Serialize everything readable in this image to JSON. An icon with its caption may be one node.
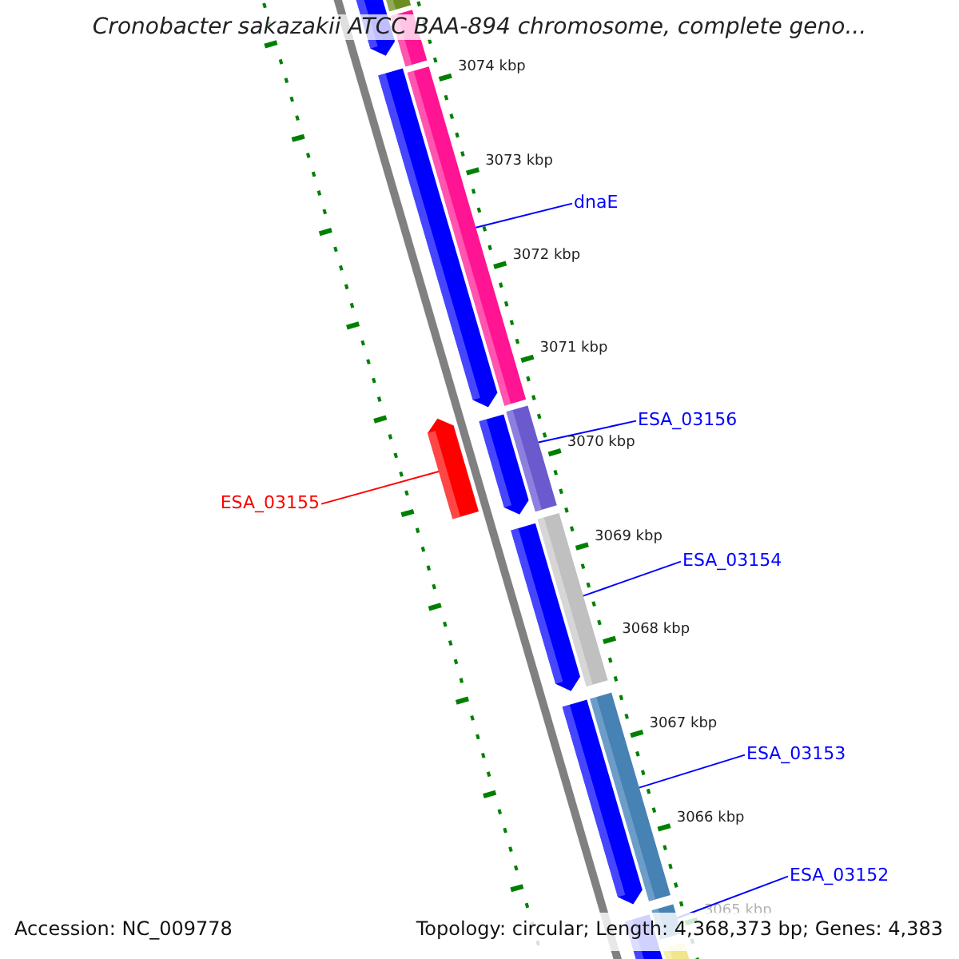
{
  "diagram": {
    "title": "Cronobacter sakazakii ATCC BAA-894 chromosome, complete geno...",
    "nodes": [
      {
        "text": [
          "dnaE"
        ]
      },
      {
        "text": [],
        "shape": "bar"
      },
      {
        "text": [
          "ESA_03156"
        ]
      },
      {
        "text": [],
        "shape": "bar"
      },
      {
        "text": [
          "ESA_03155"
        ]
      },
      {
        "text": [],
        "shape": "bar"
      },
      {
        "text": [
          "ESA_03154"
        ]
      },
      {
        "text": [],
        "shape": "bar"
      },
      {
        "text": [
          "ESA_03153"
        ]
      },
      {
        "text": [],
        "shape": "bar"
      },
      {
        "text": [
          "ESA_03152"
        ]
      },
      {
        "text": [],
        "shape": "bar"
      }
    ],
    "edges": [
      {
        "from": 0,
        "to": 1,
        "arrow": "none"
      },
      {
        "from": 2,
        "to": 3,
        "arrow": "none"
      },
      {
        "from": 4,
        "to": 5,
        "arrow": "none",
        "color": "#ff0000"
      },
      {
        "from": 6,
        "to": 7,
        "arrow": "none"
      },
      {
        "from": 8,
        "to": 9,
        "arrow": "none"
      },
      {
        "from": 10,
        "to": 11,
        "arrow": "none"
      }
    ],
    "labels": [
      "3074 kbp",
      "3073 kbp",
      "3072 kbp",
      "3071 kbp",
      "3070 kbp",
      "3069 kbp",
      "3068 kbp",
      "3067 kbp",
      "3066 kbp",
      "3065 kbp",
      "Accession: NC_009778",
      "Topology: circular; Length: 4,368,373 bp; Genes: 4,383"
    ]
  }
}
